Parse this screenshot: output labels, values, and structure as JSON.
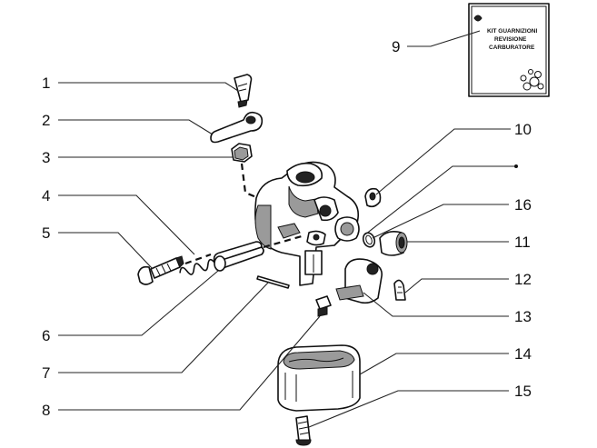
{
  "diagram": {
    "kit_label": {
      "line1": "KIT GUARNIZIONI",
      "line2": "REVISIONE",
      "line3": "CARBURATORE"
    },
    "callouts": [
      {
        "id": 1,
        "label": "1"
      },
      {
        "id": 2,
        "label": "2"
      },
      {
        "id": 3,
        "label": "3"
      },
      {
        "id": 4,
        "label": "4"
      },
      {
        "id": 5,
        "label": "5"
      },
      {
        "id": 6,
        "label": "6"
      },
      {
        "id": 7,
        "label": "7"
      },
      {
        "id": 8,
        "label": "8"
      },
      {
        "id": 9,
        "label": "9"
      },
      {
        "id": 10,
        "label": "10"
      },
      {
        "id": 11,
        "label": "11"
      },
      {
        "id": 12,
        "label": "12"
      },
      {
        "id": 13,
        "label": "13"
      },
      {
        "id": 14,
        "label": "14"
      },
      {
        "id": 15,
        "label": "15"
      },
      {
        "id": 16,
        "label": "16"
      }
    ]
  }
}
